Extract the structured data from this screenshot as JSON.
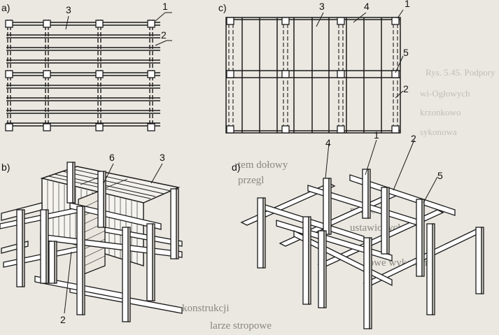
{
  "panels": {
    "a": {
      "letter": "a)",
      "callouts": [
        "3",
        "1",
        "2"
      ]
    },
    "c": {
      "letter": "c)",
      "callouts": [
        "3",
        "4",
        "1",
        "5",
        "2"
      ]
    },
    "b": {
      "letter": "b)",
      "callouts": [
        "6",
        "3",
        "2"
      ]
    },
    "d": {
      "letter": "d)",
      "callouts": [
        "1",
        "2",
        "4",
        "5"
      ]
    }
  },
  "background_text": {
    "caption_line_1": "Rys. 5.45. Podpory",
    "caption_line_2": "wi-Ogłowych",
    "caption_line_3": "krzonkowo",
    "caption_line_4": "sykonowa",
    "paragraph_line_1": "tem dołowy",
    "paragraph_line_2": "przegl",
    "paragraph_line_3": "podpór",
    "paragraph_line_4": "ustawionych",
    "paragraph_line_5": "zowe wykonane",
    "paragraph_line_6": "konstrukcji",
    "paragraph_line_7": "larze stropowe"
  }
}
